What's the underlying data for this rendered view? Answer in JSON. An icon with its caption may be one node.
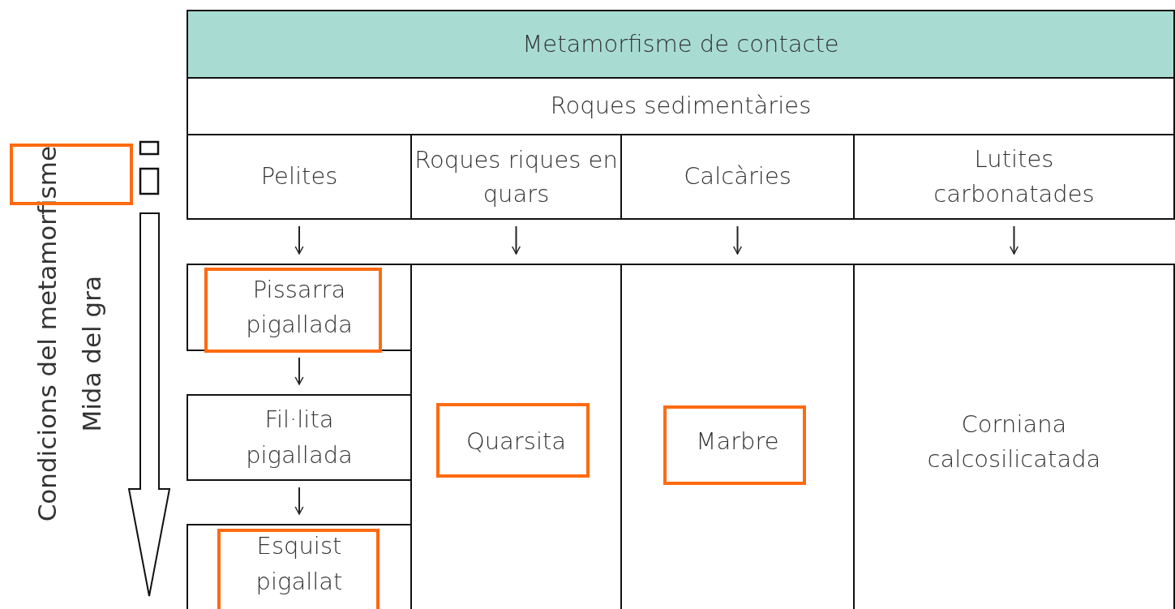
{
  "diagram": {
    "nodes": [
      {
        "text": [
          "Metamorfisme de contacte"
        ]
      },
      {
        "text": [
          "Roques sedimentàries"
        ]
      },
      {
        "text": [
          "Pelites"
        ]
      },
      {
        "text": [
          "Roques riques en quars"
        ]
      },
      {
        "text": [
          "Calcàries"
        ]
      },
      {
        "text": [
          "Lutites carbonatades"
        ]
      },
      {
        "text": [
          "Pissarra pigallada"
        ]
      },
      {
        "text": [
          "Fil·lita pigallada"
        ]
      },
      {
        "text": [
          "Esquist pigallat"
        ]
      },
      {
        "text": [
          "Quarsita"
        ]
      },
      {
        "text": [
          "Marbre"
        ]
      },
      {
        "text": [
          "Corniana calcosilicatada"
        ]
      }
    ],
    "edges": [
      {
        "from": 2,
        "to": 6,
        "arrow": "to"
      },
      {
        "from": 3,
        "to": 9,
        "arrow": "to"
      },
      {
        "from": 4,
        "to": 10,
        "arrow": "to"
      },
      {
        "from": 5,
        "to": 11,
        "arrow": "to"
      },
      {
        "from": 6,
        "to": 7,
        "arrow": "to"
      },
      {
        "from": 7,
        "to": 8,
        "arrow": "to"
      }
    ],
    "labels": [
      "Condicions del metamorfisme",
      "Mida del gra"
    ]
  }
}
